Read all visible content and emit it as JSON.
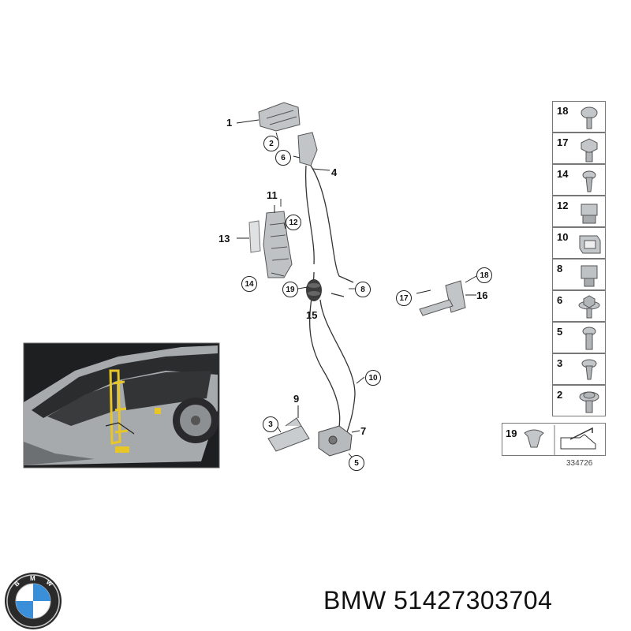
{
  "diagram": {
    "labels": {
      "p1": "1",
      "p2": "2",
      "p3": "3",
      "p4": "4",
      "p5": "5",
      "p6": "6",
      "p7": "7",
      "p8": "8",
      "p9": "9",
      "p10": "10",
      "p11": "11",
      "p12": "12",
      "p13": "13",
      "p14": "14",
      "p15": "15",
      "p16": "16",
      "p17": "17",
      "p18": "18",
      "p19": "19"
    },
    "legend": [
      "18",
      "17",
      "14",
      "12",
      "10",
      "8",
      "6",
      "5",
      "3",
      "2"
    ],
    "legend_extra": "19",
    "code": "334726"
  },
  "footer": {
    "brand_logo_letters": "BMW",
    "text": "BMW 51427303704"
  },
  "colors": {
    "part_gray": "#b9bcbf",
    "car_body": "#9fa2a5",
    "highlight": "#e8c628",
    "logo_blue": "#3b8ed8"
  }
}
